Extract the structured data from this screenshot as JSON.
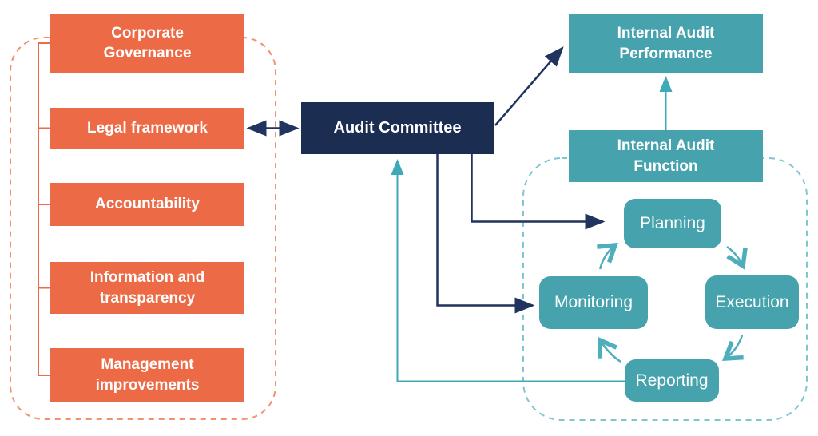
{
  "diagram": {
    "left_panel": {
      "items": [
        {
          "label": "Corporate\nGovernance"
        },
        {
          "label": "Legal framework"
        },
        {
          "label": "Accountability"
        },
        {
          "label": "Information and\ntransparency"
        },
        {
          "label": "Management\nimprovements"
        }
      ]
    },
    "center": {
      "label": "Audit Committee"
    },
    "right_panel": {
      "performance": {
        "label": "Internal Audit\nPerformance"
      },
      "function": {
        "label": "Internal Audit\nFunction"
      }
    },
    "cycle": {
      "steps": [
        {
          "label": "Planning"
        },
        {
          "label": "Execution"
        },
        {
          "label": "Reporting"
        },
        {
          "label": "Monitoring"
        }
      ]
    },
    "colors": {
      "orange": "#EC6A45",
      "orange_dash": "#F0946F",
      "navy": "#1C2D52",
      "navy_line": "#20345F",
      "teal": "#46A2AD",
      "teal_line": "#3FA9B8",
      "teal_arrow": "#4FAEBC",
      "teal_dash": "#7FC6D2",
      "text": "#FFFFFF",
      "background": "#FFFFFF"
    }
  }
}
